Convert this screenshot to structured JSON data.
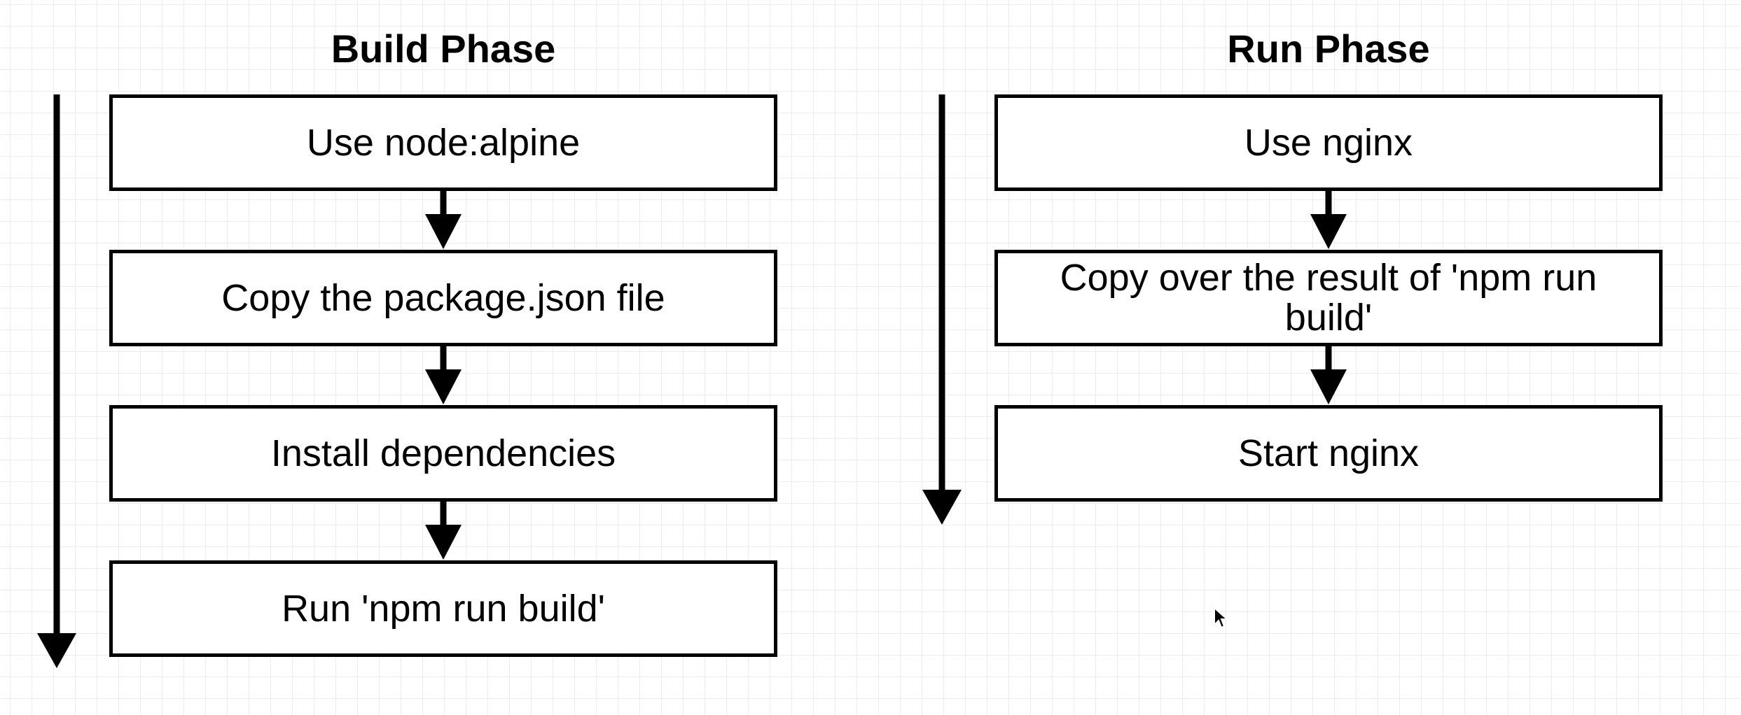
{
  "build_phase": {
    "title": "Build Phase",
    "steps": [
      "Use node:alpine",
      "Copy the package.json file",
      "Install dependencies",
      "Run 'npm run build'"
    ]
  },
  "run_phase": {
    "title": "Run Phase",
    "steps": [
      "Use nginx",
      "Copy over the result of 'npm run build'",
      "Start nginx"
    ]
  }
}
